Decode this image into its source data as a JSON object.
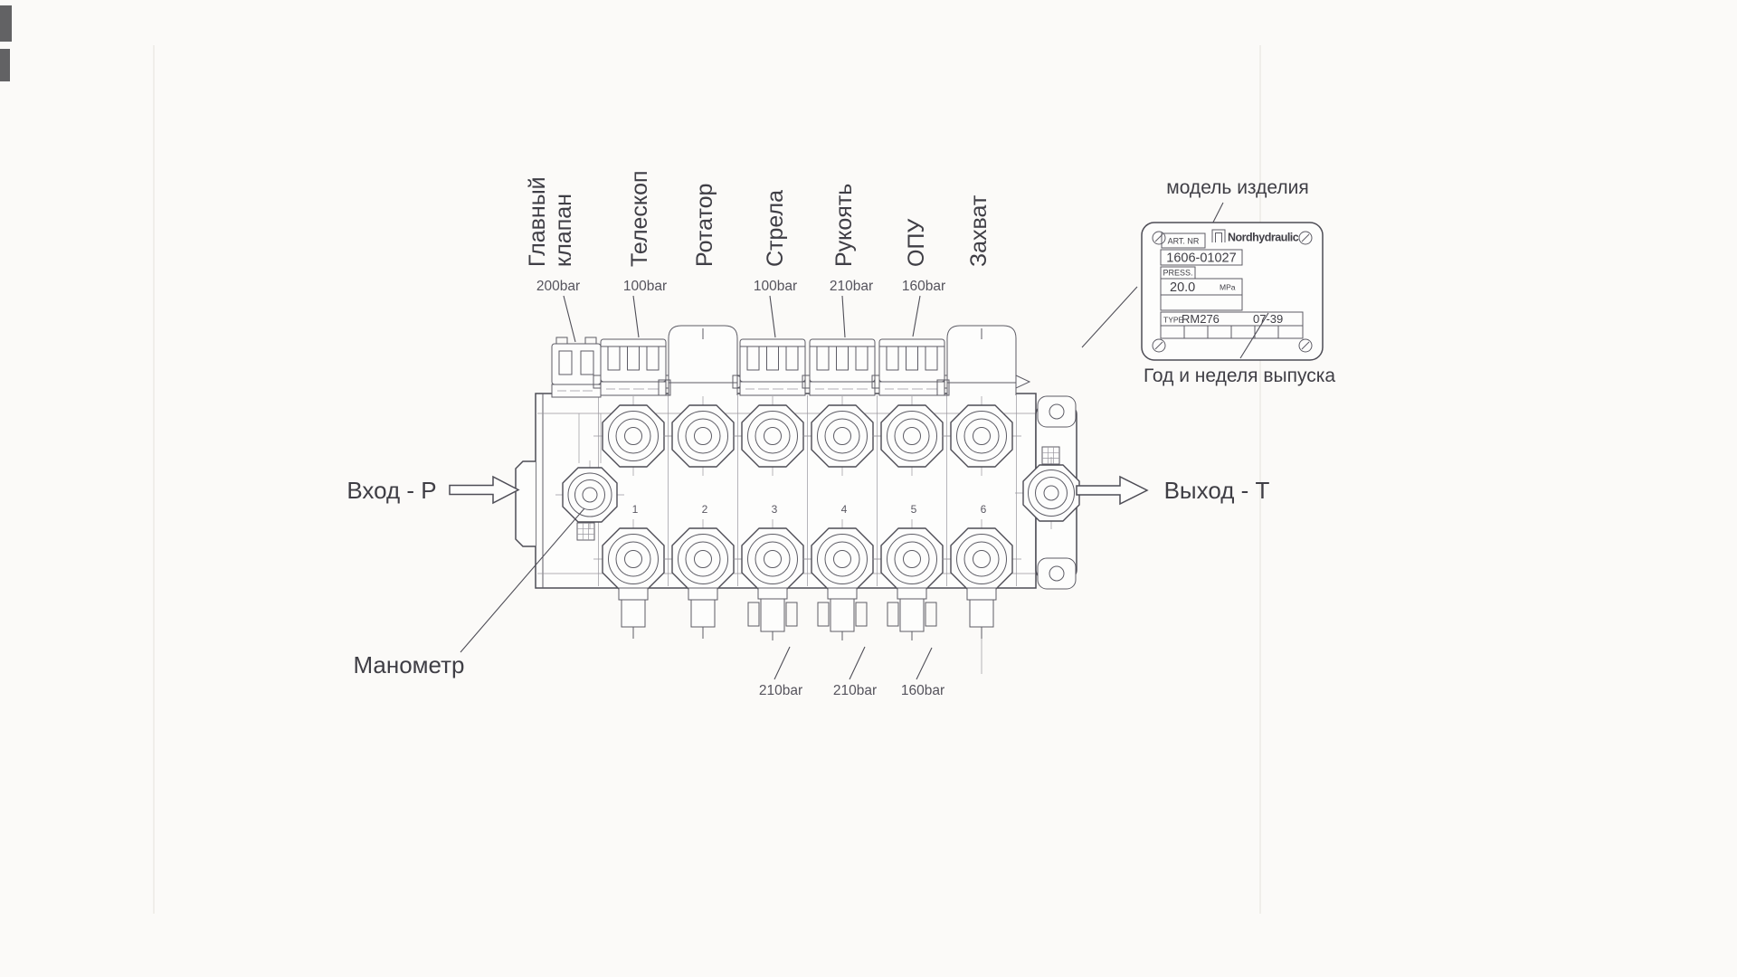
{
  "labels": {
    "main_valve_line1": "Главный",
    "main_valve_line2": "клапан",
    "telescope": "Телескоп",
    "rotator": "Ротатор",
    "boom": "Стрела",
    "arm": "Рукоять",
    "opu": "ОПУ",
    "grapple": "Захват"
  },
  "pressures_top": {
    "main_valve": "200bar",
    "telescope": "100bar",
    "boom": "100bar",
    "arm": "210bar",
    "opu": "160bar"
  },
  "pressures_bottom": {
    "boom": "210bar",
    "arm": "210bar",
    "opu": "160bar"
  },
  "spool_numbers": [
    "1",
    "2",
    "3",
    "4",
    "5",
    "6"
  ],
  "ports": {
    "inlet": "Вход - P",
    "outlet": "Выход - Т",
    "gauge": "Манометр"
  },
  "nameplate": {
    "callout_top": "модель изделия",
    "callout_bottom": "Год и неделя выпуска",
    "art_nr_label": "ART. NR",
    "art_nr_value": "1606-01027",
    "brand": "Nordhydraulic",
    "press_label": "PRESS.",
    "press_value": "20.0",
    "press_unit": "MPa",
    "type_label": "TYPE",
    "type_value": "RM276",
    "date_code": "07-39"
  },
  "colors": {
    "ink": "#4d4c55",
    "paper": "#fbfaf8"
  }
}
